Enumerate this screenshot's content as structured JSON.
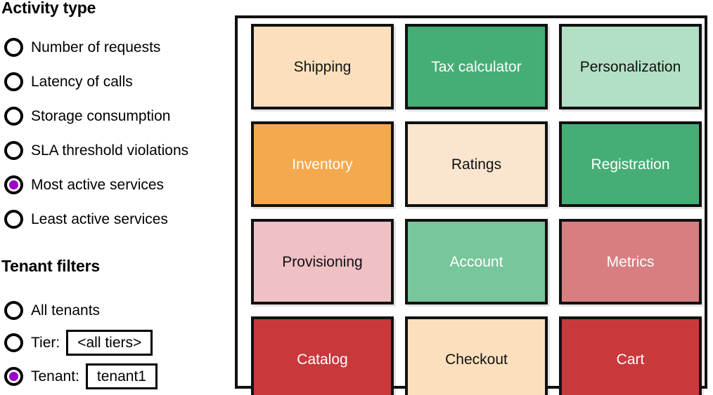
{
  "colors": {
    "accent_purple": "#9c00c8",
    "outline": "#111111",
    "peach_light": "#fce0bd",
    "peach_pale": "#fbe5ce",
    "orange": "#f5a94e",
    "green": "#45ae76",
    "green_light": "#b2dfc5",
    "green_medium": "#78c69b",
    "pink": "#efc0c4",
    "red_dusty": "#d97e80",
    "red_strong": "#c8393c"
  },
  "activity_type": {
    "heading": "Activity type",
    "options": [
      {
        "label": "Number of requests",
        "selected": false
      },
      {
        "label": "Latency of calls",
        "selected": false
      },
      {
        "label": "Storage consumption",
        "selected": false
      },
      {
        "label": "SLA threshold violations",
        "selected": false
      },
      {
        "label": "Most active services",
        "selected": true
      },
      {
        "label": "Least active services",
        "selected": false
      }
    ]
  },
  "tenant_filters": {
    "heading": "Tenant filters",
    "options": [
      {
        "label": "All tenants",
        "selected": false,
        "value": null
      },
      {
        "label": "Tier:",
        "selected": false,
        "value": "<all tiers>"
      },
      {
        "label": "Tenant:",
        "selected": true,
        "value": "tenant1"
      }
    ]
  },
  "service_grid": {
    "tiles": [
      {
        "label": "Shipping",
        "bg": "#fce0bd",
        "fg": "#111111"
      },
      {
        "label": "Tax calculator",
        "bg": "#45ae76",
        "fg": "#ffffff"
      },
      {
        "label": "Personalization",
        "bg": "#b2dfc5",
        "fg": "#111111"
      },
      {
        "label": "Inventory",
        "bg": "#f5a94e",
        "fg": "#ffffff"
      },
      {
        "label": "Ratings",
        "bg": "#fbe5ce",
        "fg": "#111111"
      },
      {
        "label": "Registration",
        "bg": "#45ae76",
        "fg": "#ffffff"
      },
      {
        "label": "Provisioning",
        "bg": "#efc0c4",
        "fg": "#111111"
      },
      {
        "label": "Account",
        "bg": "#78c69b",
        "fg": "#ffffff"
      },
      {
        "label": "Metrics",
        "bg": "#d97e80",
        "fg": "#ffffff"
      },
      {
        "label": "Catalog",
        "bg": "#c8393c",
        "fg": "#ffffff"
      },
      {
        "label": "Checkout",
        "bg": "#fce0bd",
        "fg": "#111111"
      },
      {
        "label": "Cart",
        "bg": "#c8393c",
        "fg": "#ffffff"
      }
    ]
  }
}
